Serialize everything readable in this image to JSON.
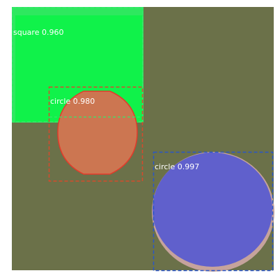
{
  "colors": {
    "background": "#6b7149",
    "square_mask": "#10f24a",
    "square_mask_outer": "#2ee85f",
    "circle_red_mask": "#cc7651",
    "circle_red_outline": "#e43a2a",
    "circle_blue_mask": "#6060cc",
    "circle_blue_outer": "#c6a39c",
    "box_red": "#d64a2c",
    "box_blue": "#2a56c8",
    "box_green": "#36e86b",
    "label_text": "#ffffff"
  },
  "detections": [
    {
      "id": "det-square",
      "class_name": "square",
      "score": "0.960",
      "label": "square 0.960",
      "shape": "square"
    },
    {
      "id": "det-circle-red",
      "class_name": "circle",
      "score": "0.980",
      "label": "circle 0.980",
      "shape": "circle"
    },
    {
      "id": "det-circle-blue",
      "class_name": "circle",
      "score": "0.997",
      "label": "circle 0.997",
      "shape": "circle"
    }
  ]
}
